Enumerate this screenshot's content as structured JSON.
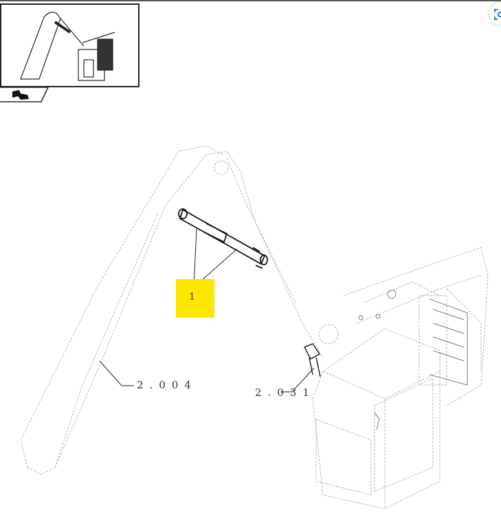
{
  "inset": {
    "icon": "back-arrow-icon"
  },
  "lens_button": {
    "icon": "image-search-lens-icon",
    "color": "#1a73e8"
  },
  "highlight_color": "#ffe600",
  "callouts": {
    "part_1": "1"
  },
  "references": {
    "boom": "2.004",
    "cab_hose": "2.031"
  }
}
